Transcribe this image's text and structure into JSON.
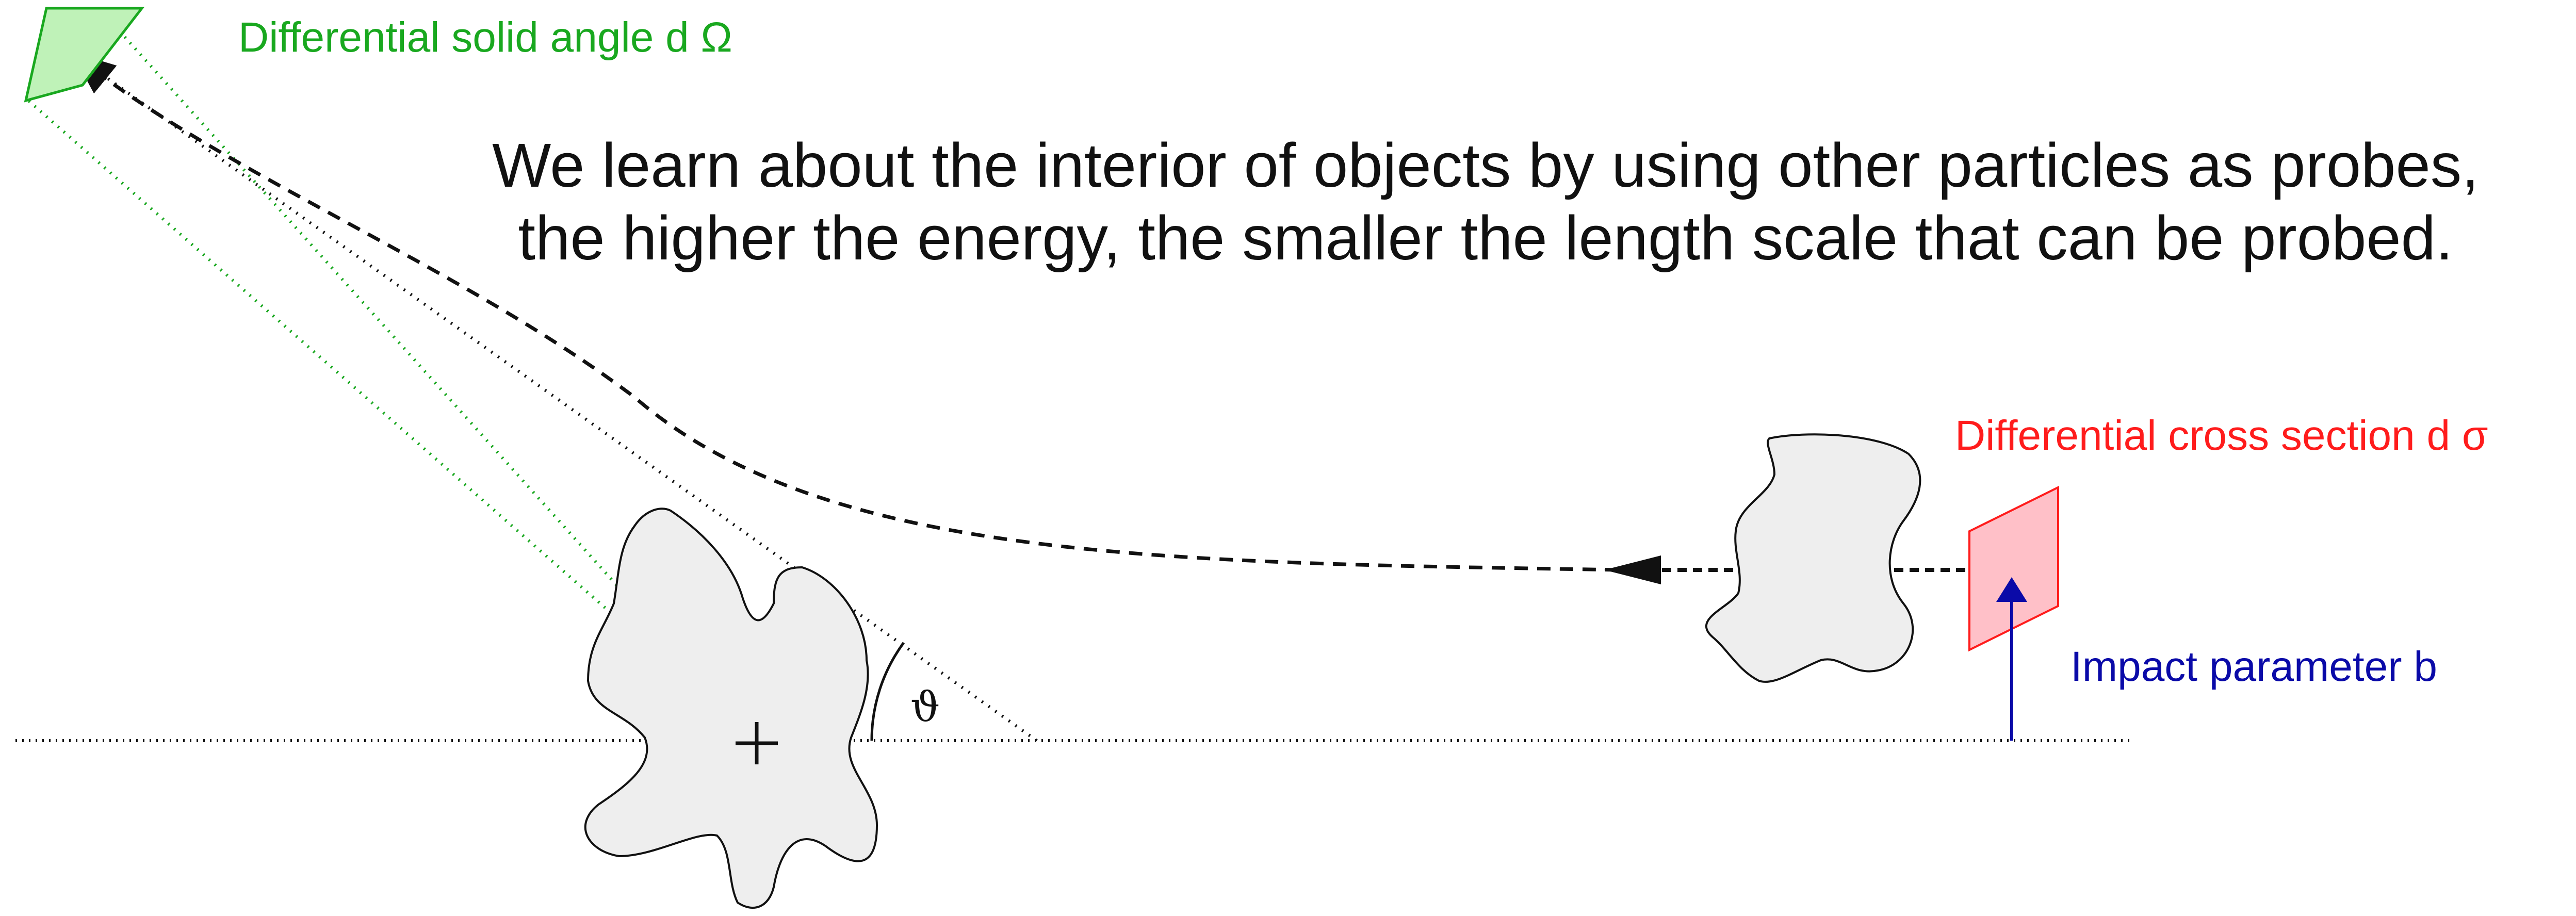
{
  "colors": {
    "background": "#ffffff",
    "ink": "#111111",
    "target_fill": "#eeeeee",
    "solid_angle_green": "#19a81f",
    "solid_angle_fill": "#bff2b8",
    "cross_section_red": "#ff1c1c",
    "cross_section_fill": "#ffc0c8",
    "impact_blue": "#0a0aa8"
  },
  "caption": {
    "line1": "We learn about the interior of objects by using other particles as probes,",
    "line2": "the higher the energy, the smaller the length scale that can be probed."
  },
  "labels": {
    "solid_angle": "Differential solid angle d Ω",
    "cross_section": "Differential cross section d σ",
    "impact_parameter": "Impact parameter b",
    "scattering_angle": "ϑ"
  },
  "icons": {
    "target_center": "crosshair-icon",
    "trajectory_arrow": "arrowhead-icon",
    "impact_arrow": "arrowhead-icon"
  }
}
